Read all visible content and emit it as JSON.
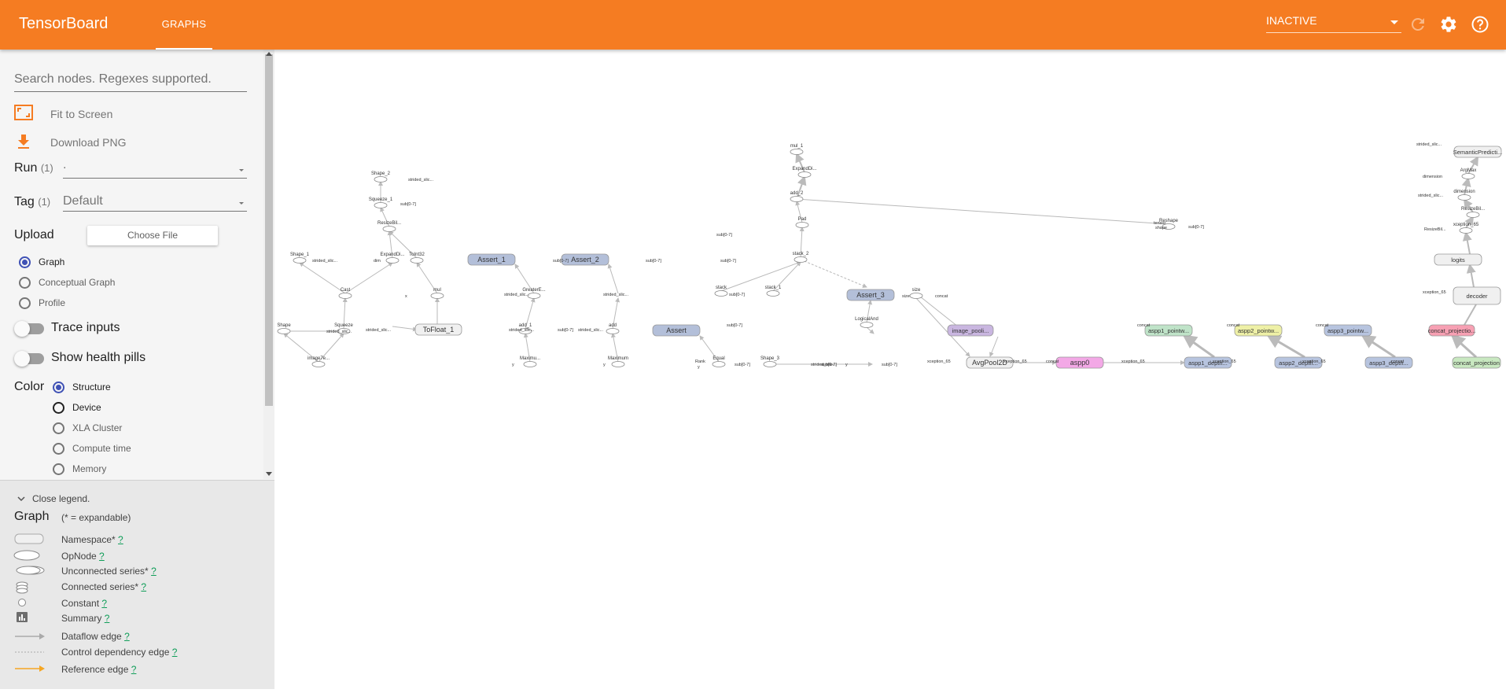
{
  "app": {
    "title": "TensorBoard",
    "tab": "GRAPHS",
    "status": "INACTIVE"
  },
  "colors": {
    "header": "#f57c22",
    "accent": "#3f51b5",
    "namespace": "#f0f0f0",
    "assert": "#b3bfd9",
    "imagepool": "#c9b6e0",
    "aspp0": "#f3a8e6",
    "aspp1": "#bfe3c8",
    "aspp2": "#eef0a6",
    "aspp3": "#b7c4df",
    "concatproj": "#f7a0b3",
    "concatproj2": "#c8e8c0"
  },
  "icons": {
    "refresh": "refresh-icon",
    "settings": "gear-icon",
    "help": "help-icon",
    "fit": "fit-screen-icon",
    "download": "download-icon"
  },
  "sidebar": {
    "search_placeholder": "Search nodes. Regexes supported.",
    "fit_label": "Fit to Screen",
    "download_label": "Download PNG",
    "run_label": "Run",
    "run_count": "(1)",
    "run_value": ".",
    "tag_label": "Tag",
    "tag_count": "(1)",
    "tag_value": "Default",
    "upload_label": "Upload",
    "choose_file": "Choose File",
    "modes": [
      "Graph",
      "Conceptual Graph",
      "Profile"
    ],
    "trace_inputs": "Trace inputs",
    "health_pills": "Show health pills",
    "color_label": "Color",
    "color_options": [
      "Structure",
      "Device",
      "XLA Cluster",
      "Compute time",
      "Memory"
    ]
  },
  "legend": {
    "close": "Close legend.",
    "graph_label": "Graph",
    "expandable_note": "(* = expandable)",
    "items": [
      {
        "label": "Namespace*",
        "help": "?"
      },
      {
        "label": "OpNode",
        "help": "?"
      },
      {
        "label": "Unconnected series*",
        "help": "?"
      },
      {
        "label": "Connected series*",
        "help": "?"
      },
      {
        "label": "Constant",
        "help": "?"
      },
      {
        "label": "Summary",
        "help": "?"
      },
      {
        "label": "Dataflow edge",
        "help": "?"
      },
      {
        "label": "Control dependency edge",
        "help": "?"
      },
      {
        "label": "Reference edge",
        "help": "?"
      }
    ]
  },
  "graph": {
    "namespaces": [
      "ToFloat_1",
      "Assert_1",
      "Assert_2",
      "Assert",
      "Assert_3",
      "image_pooli...",
      "AvgPool2D",
      "aspp0",
      "aspp1_pointw...",
      "aspp2_pointw...",
      "aspp3_pointw...",
      "aspp1_depth...",
      "aspp2_depth...",
      "aspp3_depth...",
      "concat_projectio...",
      "concat_projection",
      "logits",
      "decoder",
      "SemanticPredicti..."
    ],
    "ops": [
      "Shape_2",
      "strided_slic...",
      "Squeeze_1",
      "sub[0-7]",
      "ResizeBil...",
      "ExpandDi...",
      "ToInt32",
      "Shape_1",
      "dim",
      "Cast",
      "x",
      "mul",
      "Shape",
      "Squeeze",
      "image7e...",
      "GreaterE...",
      "add_1",
      "Maximu...",
      "y",
      "add",
      "Maximum",
      "Rank",
      "Equal",
      "Shape_3",
      "LogicalAnd",
      "mul_1",
      "ExpandDi...",
      "add_2",
      "Pad",
      "stack_2",
      "stack",
      "stack_1",
      "Reshape",
      "tensor",
      "shape",
      "size",
      "concat",
      "ArgMax",
      "dimension",
      "ResizeBil...",
      "xception_65",
      "xception_65",
      "xception_65",
      "xception_65",
      "xception_65",
      "xception_65",
      "xception_65",
      "xception_65"
    ]
  }
}
